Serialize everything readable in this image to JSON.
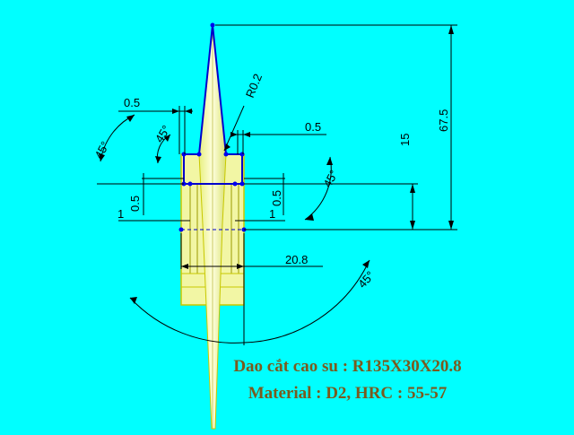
{
  "drawing": {
    "dimensions": {
      "top_step": "0.5",
      "tip_radius": "R0.2",
      "right_step": "0.5",
      "height_small": "15",
      "height_total": "67.5",
      "left_chamfer": "0.5",
      "left_offset": "1",
      "right_chamfer": "0.5",
      "right_offset": "1",
      "width": "20.8"
    },
    "angles": {
      "outer_left": "45°",
      "inner_left": "45°",
      "right": "45°",
      "bottom": "45°"
    }
  },
  "caption": {
    "line1": "Dao cắt cao su : R135X30X20.8",
    "line2": "Material : D2, HRC : 55-57"
  },
  "colors": {
    "background": "#00ffff",
    "profile": "#0000cc",
    "body_fill": "#f4f7a8",
    "body_edge": "#c8c800",
    "caption": "#7a5a1e"
  }
}
